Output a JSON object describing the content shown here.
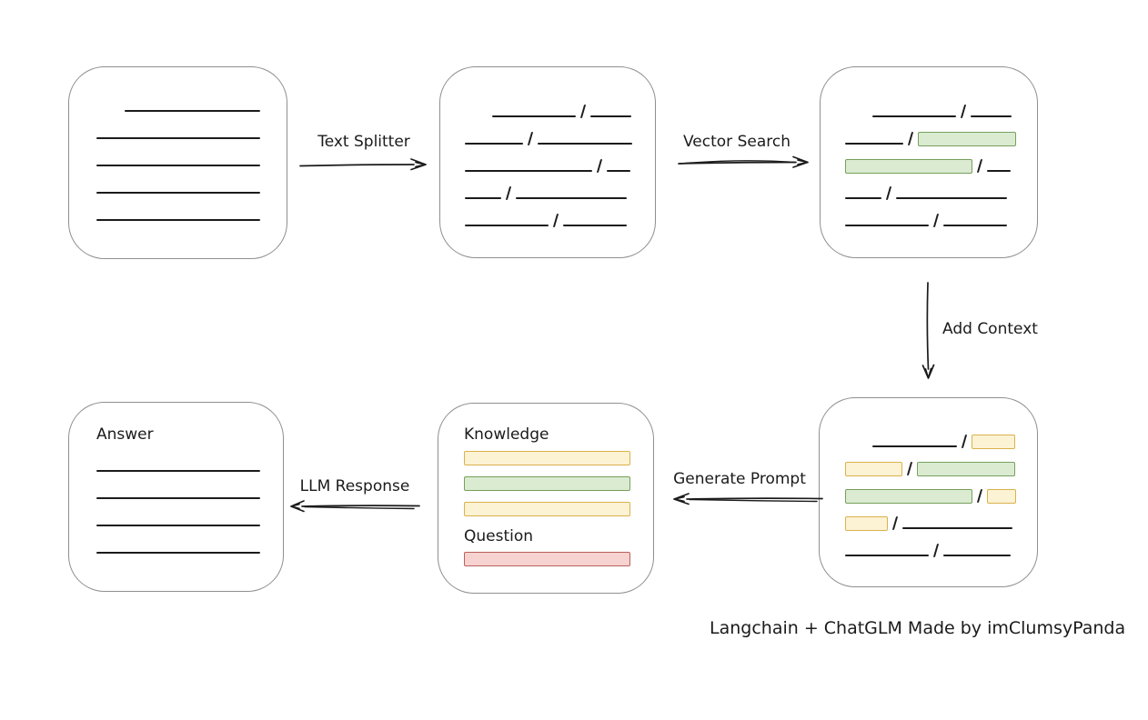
{
  "footer": {
    "text": "Langchain + ChatGLM Made by imClumsyPanda"
  },
  "colors": {
    "line": "#1b1b1b",
    "box_border": "#8f8f8f",
    "green_fill": "#dbebd1",
    "green_stroke": "#76a05b",
    "yellow_fill": "#fcf2d4",
    "yellow_stroke": "#d9b24c",
    "red_fill": "#f6d2d0",
    "red_stroke": "#b9605c"
  },
  "arrows": {
    "text_splitter": {
      "label": "Text Splitter",
      "direction": "right"
    },
    "vector_search": {
      "label": "Vector Search",
      "direction": "right"
    },
    "add_context": {
      "label": "Add Context",
      "direction": "down"
    },
    "generate_prompt": {
      "label": "Generate Prompt",
      "direction": "left"
    },
    "llm_response": {
      "label": "LLM Response",
      "direction": "left"
    }
  },
  "boxes": {
    "source_document": {
      "rows": [
        [
          {
            "t": "gap",
            "w": 31
          },
          {
            "t": "line",
            "w": 149
          }
        ],
        [
          {
            "t": "line",
            "w": 180
          }
        ],
        [
          {
            "t": "line",
            "w": 180
          }
        ],
        [
          {
            "t": "line",
            "w": 180
          }
        ],
        [
          {
            "t": "line",
            "w": 180
          }
        ]
      ]
    },
    "split_chunks": {
      "rows": [
        [
          {
            "t": "gap",
            "w": 30
          },
          {
            "t": "line",
            "w": 92
          },
          {
            "t": "slash"
          },
          {
            "t": "line",
            "w": 45
          }
        ],
        [
          {
            "t": "line",
            "w": 64
          },
          {
            "t": "slash"
          },
          {
            "t": "line",
            "w": 104
          }
        ],
        [
          {
            "t": "line",
            "w": 140
          },
          {
            "t": "slash"
          },
          {
            "t": "line",
            "w": 26
          }
        ],
        [
          {
            "t": "line",
            "w": 40
          },
          {
            "t": "slash"
          },
          {
            "t": "line",
            "w": 122
          }
        ],
        [
          {
            "t": "line",
            "w": 92
          },
          {
            "t": "slash"
          },
          {
            "t": "line",
            "w": 70
          }
        ]
      ]
    },
    "vector_matched": {
      "rows": [
        [
          {
            "t": "gap",
            "w": 30
          },
          {
            "t": "line",
            "w": 92
          },
          {
            "t": "slash"
          },
          {
            "t": "line",
            "w": 45
          }
        ],
        [
          {
            "t": "line",
            "w": 64
          },
          {
            "t": "slash"
          },
          {
            "t": "green",
            "w": 108
          }
        ],
        [
          {
            "t": "green",
            "w": 140
          },
          {
            "t": "slash"
          },
          {
            "t": "line",
            "w": 26
          }
        ],
        [
          {
            "t": "line",
            "w": 40
          },
          {
            "t": "slash"
          },
          {
            "t": "line",
            "w": 122
          }
        ],
        [
          {
            "t": "line",
            "w": 92
          },
          {
            "t": "slash"
          },
          {
            "t": "line",
            "w": 70
          }
        ]
      ]
    },
    "context_chunks": {
      "rows": [
        [
          {
            "t": "gap",
            "w": 30
          },
          {
            "t": "line",
            "w": 93
          },
          {
            "t": "slash"
          },
          {
            "t": "yellow",
            "w": 48
          }
        ],
        [
          {
            "t": "yellow",
            "w": 63
          },
          {
            "t": "slash"
          },
          {
            "t": "green",
            "w": 108
          }
        ],
        [
          {
            "t": "green",
            "w": 140
          },
          {
            "t": "slash"
          },
          {
            "t": "yellow",
            "w": 32
          }
        ],
        [
          {
            "t": "yellow",
            "w": 47
          },
          {
            "t": "slash"
          },
          {
            "t": "line",
            "w": 121
          }
        ],
        [
          {
            "t": "line",
            "w": 92
          },
          {
            "t": "slash"
          },
          {
            "t": "line",
            "w": 74
          }
        ]
      ]
    },
    "prompt": {
      "knowledge_label": "Knowledge",
      "question_label": "Question",
      "knowledge_bars": [
        "yellow",
        "green",
        "yellow"
      ],
      "question_bars": [
        "red"
      ]
    },
    "answer": {
      "label": "Answer",
      "rows": [
        [
          {
            "t": "line",
            "w": 180
          }
        ],
        [
          {
            "t": "line",
            "w": 180
          }
        ],
        [
          {
            "t": "line",
            "w": 180
          }
        ],
        [
          {
            "t": "line",
            "w": 180
          }
        ]
      ]
    }
  }
}
